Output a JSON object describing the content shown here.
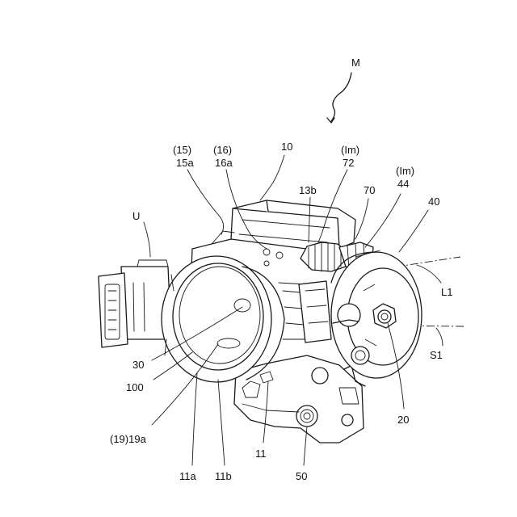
{
  "figure": {
    "labels": {
      "M": "M",
      "U": "U",
      "p15": "(15)",
      "l15a": "15a",
      "p16": "(16)",
      "l16a": "16a",
      "l10": "10",
      "pIm72": "(Im)",
      "l72": "72",
      "l13b": "13b",
      "l70": "70",
      "pIm44": "(Im)",
      "l44": "44",
      "l40": "40",
      "L1": "L1",
      "S1": "S1",
      "l30": "30",
      "l100": "100",
      "l19": "(19)19a",
      "l11a": "11a",
      "l11b": "11b",
      "l11": "11",
      "l50": "50",
      "l20": "20"
    }
  }
}
